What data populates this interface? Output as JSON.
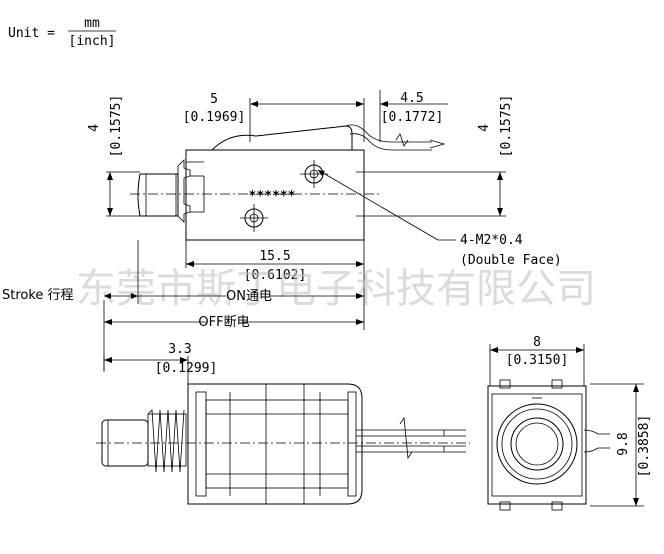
{
  "unit": {
    "label": "Unit =",
    "numerator": "mm",
    "denominator": "[inch]"
  },
  "watermark": "东莞市斯丁电子科技有限公司",
  "top_view": {
    "dim_top_left": {
      "mm": "5",
      "inch": "[0.1969]"
    },
    "dim_top_right": {
      "mm": "4.5",
      "inch": "[0.1772]"
    },
    "dim_left_vertical": {
      "mm": "4",
      "inch": "[0.1575]"
    },
    "dim_right_vertical": {
      "mm": "4",
      "inch": "[0.1575]"
    },
    "dim_length": {
      "mm": "15.5",
      "inch": "[0.6102]"
    },
    "marking": "******",
    "hole_callout": "4-M2*0.4",
    "hole_callout_note": "(Double Face)"
  },
  "stroke": {
    "label": "Stroke 行程",
    "on_label": "ON通电",
    "off_label": "OFF断电"
  },
  "side_view": {
    "dim_plunger": {
      "mm": "3.3",
      "inch": "[0.1299]"
    }
  },
  "end_view": {
    "dim_width": {
      "mm": "8",
      "inch": "[0.3150]"
    },
    "dim_height": {
      "mm": "9.8",
      "inch": "[0.3858]"
    }
  }
}
